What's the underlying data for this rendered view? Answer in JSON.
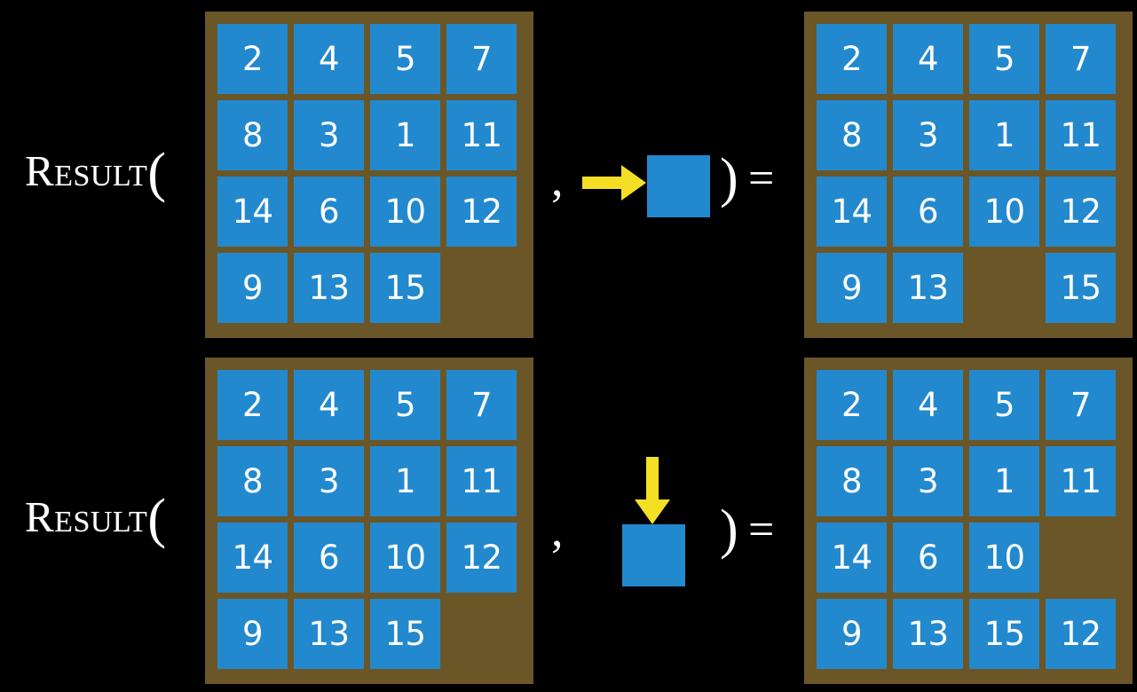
{
  "background_color": "#000000",
  "colors": {
    "tile": "#2389ce",
    "board": "#6b5628",
    "arrow": "#f5df25",
    "text": "#ffffff"
  },
  "rows": [
    {
      "id": "row-top",
      "label": "Result",
      "open_paren": "(",
      "comma": ",",
      "close_paren": ")",
      "equals": "=",
      "move": {
        "direction": "right",
        "icon": "arrow-right-icon",
        "description": "slide blank right"
      },
      "input_board": {
        "name": "input-board-top",
        "rows": 4,
        "cols": 4,
        "cells": [
          [
            "2",
            "4",
            "5",
            "7"
          ],
          [
            "8",
            "3",
            "1",
            "11"
          ],
          [
            "14",
            "6",
            "10",
            "12"
          ],
          [
            "9",
            "13",
            "15",
            ""
          ]
        ]
      },
      "output_board": {
        "name": "output-board-top",
        "rows": 4,
        "cols": 4,
        "cells": [
          [
            "2",
            "4",
            "5",
            "7"
          ],
          [
            "8",
            "3",
            "1",
            "11"
          ],
          [
            "14",
            "6",
            "10",
            "12"
          ],
          [
            "9",
            "13",
            "",
            "15"
          ]
        ]
      }
    },
    {
      "id": "row-bottom",
      "label": "Result",
      "open_paren": "(",
      "comma": ",",
      "close_paren": ")",
      "equals": "=",
      "move": {
        "direction": "down",
        "icon": "arrow-down-icon",
        "description": "slide blank down"
      },
      "input_board": {
        "name": "input-board-bottom",
        "rows": 4,
        "cols": 4,
        "cells": [
          [
            "2",
            "4",
            "5",
            "7"
          ],
          [
            "8",
            "3",
            "1",
            "11"
          ],
          [
            "14",
            "6",
            "10",
            "12"
          ],
          [
            "9",
            "13",
            "15",
            ""
          ]
        ]
      },
      "output_board": {
        "name": "output-board-bottom",
        "rows": 4,
        "cols": 4,
        "cells": [
          [
            "2",
            "4",
            "5",
            "7"
          ],
          [
            "8",
            "3",
            "1",
            "11"
          ],
          [
            "14",
            "6",
            "10",
            ""
          ],
          [
            "9",
            "13",
            "15",
            "12"
          ]
        ]
      }
    }
  ]
}
